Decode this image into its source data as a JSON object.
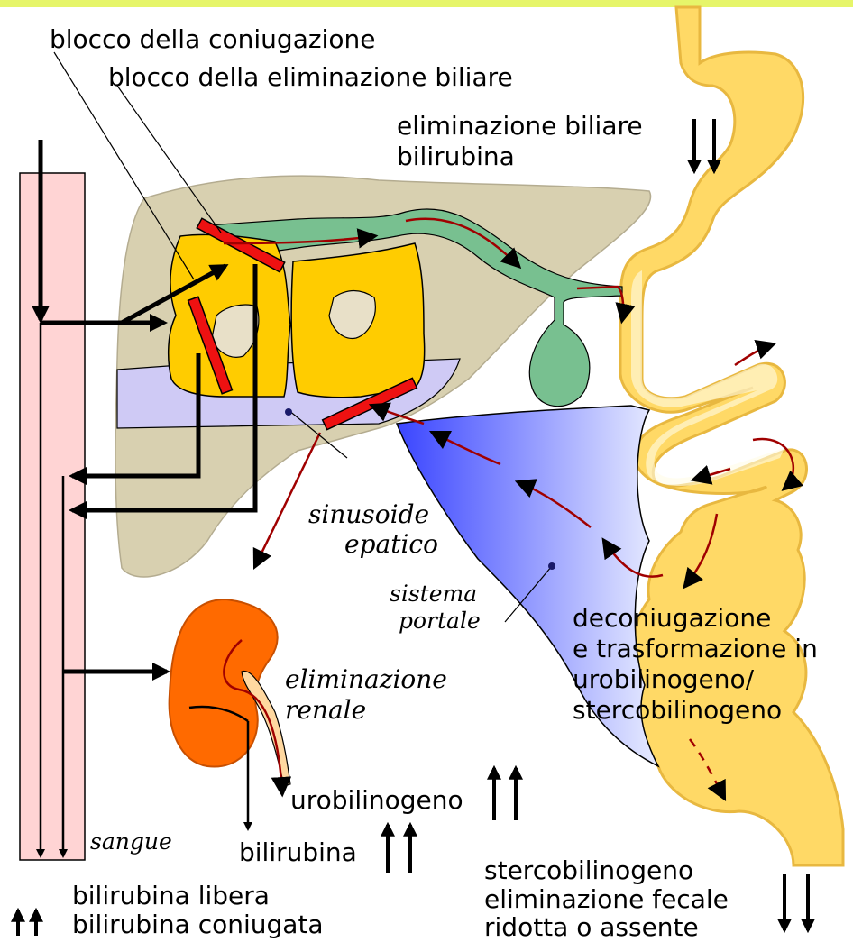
{
  "colors": {
    "top_bar": "#e6f56a",
    "blood_vessel": "#ffd4d4",
    "liver": "#d8d0b0",
    "hepatocyte": "#ffcc00",
    "bile_duct": "#78c090",
    "intestine": "#ffd966",
    "portal_system": "#4a55ff",
    "kidney": "#ff6a00",
    "block_bar": "#ee1111",
    "arrow_dark": "#000000",
    "arrow_red": "#a00000"
  },
  "labels": {
    "block_conjugation": "blocco della coniugazione",
    "block_biliary": "blocco della eliminazione biliare",
    "biliary_elim_line1": "eliminazione biliare",
    "biliary_elim_line2": "bilirubina",
    "sinusoid_line1": "sinusoide",
    "sinusoid_line2": "epatico",
    "portal_line1": "sistema",
    "portal_line2": "portale",
    "deconj_line1": "deconiugazione",
    "deconj_line2": "e trasformazione in",
    "deconj_line3": "urobilinogeno/",
    "deconj_line4": "stercobilinogeno",
    "renal_line1": "eliminazione",
    "renal_line2": "renale",
    "urobilinogen": "urobilinogeno",
    "bilirubin": "bilirubina",
    "blood": "sangue",
    "free_bilirubin": "bilirubina libera",
    "conj_bilirubin": "bilirubina coniugata",
    "fecal_line1": "stercobilinogeno",
    "fecal_line2": "eliminazione fecale",
    "fecal_line3": "ridotta o assente"
  }
}
